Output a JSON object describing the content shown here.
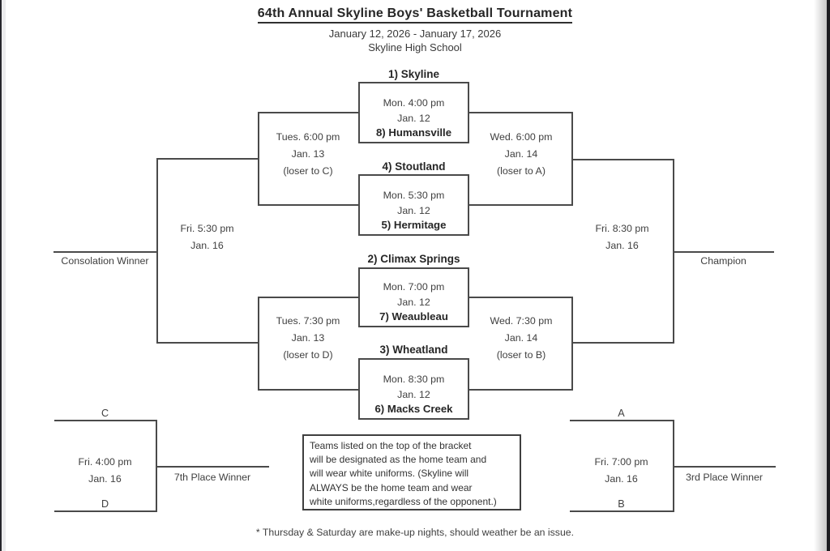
{
  "page": {
    "title": "64th Annual Skyline Boys' Basketball Tournament",
    "dates": "January 12, 2026 - January 17, 2026",
    "venue": "Skyline High School"
  },
  "bracket": {
    "games": [
      {
        "top_seed": "1) Skyline",
        "time": "Mon. 4:00 pm",
        "date": "Jan. 12",
        "bottom_seed": "8) Humansville"
      },
      {
        "top_seed": "4) Stoutland",
        "time": "Mon. 5:30 pm",
        "date": "Jan. 12",
        "bottom_seed": "5) Hermitage"
      },
      {
        "top_seed": "2) Climax Springs",
        "time": "Mon. 7:00 pm",
        "date": "Jan. 12",
        "bottom_seed": "7) Weaubleau"
      },
      {
        "top_seed": "3) Wheatland",
        "time": "Mon. 8:30 pm",
        "date": "Jan. 12",
        "bottom_seed": "6) Macks Creek"
      }
    ],
    "consolation_semifinals": [
      {
        "time": "Tues. 6:00 pm",
        "date": "Jan. 13",
        "loser_note": "(loser to C)"
      },
      {
        "time": "Tues. 7:30 pm",
        "date": "Jan. 13",
        "loser_note": "(loser to D)"
      }
    ],
    "semifinals": [
      {
        "time": "Wed. 6:00 pm",
        "date": "Jan. 14",
        "loser_note": "(loser to A)"
      },
      {
        "time": "Wed. 7:30 pm",
        "date": "Jan. 14",
        "loser_note": "(loser to B)"
      }
    ],
    "consolation_final": {
      "time": "Fri. 5:30 pm",
      "date": "Jan. 16",
      "winner_label": "Consolation Winner"
    },
    "championship": {
      "time": "Fri. 8:30 pm",
      "date": "Jan. 16",
      "winner_label": "Champion"
    },
    "seventh_place_game": {
      "slot_top": "C",
      "slot_bottom": "D",
      "time": "Fri. 4:00 pm",
      "date": "Jan. 16",
      "winner_label": "7th Place Winner"
    },
    "third_place_game": {
      "slot_top": "A",
      "slot_bottom": "B",
      "time": "Fri. 7:00 pm",
      "date": "Jan. 16",
      "winner_label": "3rd Place Winner"
    }
  },
  "note_box": {
    "lines": [
      "Teams listed on the top of the bracket",
      "will be designated as the home team and",
      "will wear white uniforms. (Skyline will",
      "ALWAYS be the home team and wear",
      "white uniforms,regardless of the opponent.)"
    ]
  },
  "footnote": "* Thursday & Saturday are make-up nights, should weather be an issue.",
  "colors": {
    "line": "#4a4a4a",
    "text": "#3f3f3f",
    "emphasis_text": "#262626",
    "page_background": "#ffffff",
    "edge": "#26262c"
  }
}
